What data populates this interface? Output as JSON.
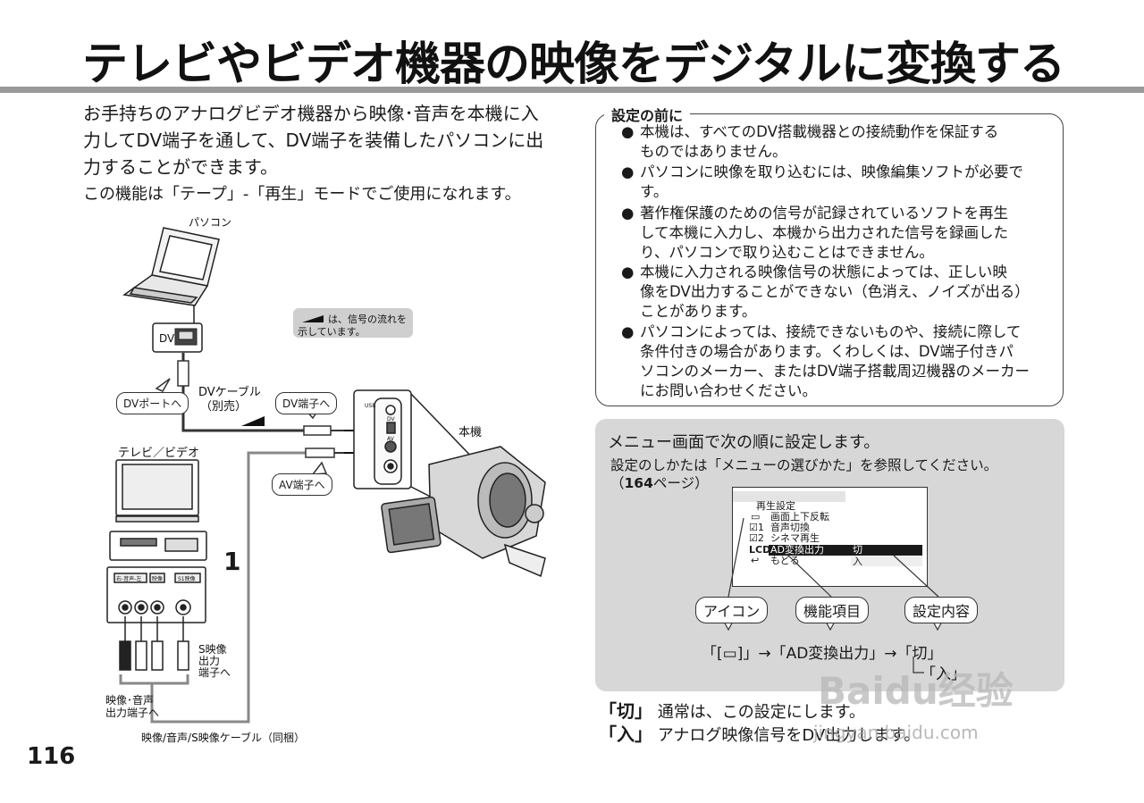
{
  "title": "テレビやビデオ機器の映像をデジタルに変換する",
  "intro": {
    "line1": "お手持ちのアナログビデオ機器から映像･音声を本機に入",
    "line2": "力してDV端子を通して、DV端子を装備したパソコンに出",
    "line3": "力することができます。",
    "note": "この機能は「テープ」-「再生」モードでご使用になれます。"
  },
  "diagram": {
    "pc_label": "パソコン",
    "dv_label": "DV",
    "flow_legend_line1": "は、信号の流れを",
    "flow_legend_line2": "示しています。",
    "dv_port_bubble": "DVポートへ",
    "dv_cable_line1": "DVケーブル",
    "dv_cable_line2": "（別売）",
    "dv_terminal_bubble": "DV端子へ",
    "av_terminal_bubble": "AV端子へ",
    "camera_label": "本機",
    "tv_video_label": "テレビ／ビデオ",
    "step_number": "1",
    "s_video_line1": "S映像",
    "s_video_line2": "出力",
    "s_video_line3": "端子へ",
    "av_out_line1": "映像･音声",
    "av_out_line2": "出力端子へ",
    "av_cable_label": "映像/音声/S映像ケーブル（同梱）",
    "jack_label_audio": "右-音声-左",
    "jack_label_video": "映像",
    "jack_label_s": "S1映像",
    "port_usb": "USB",
    "port_dv": "DV",
    "port_av": "AV"
  },
  "caution": {
    "heading": "設定の前に",
    "bullet": "●",
    "items": [
      "本機は、すべてのDV搭載機器との接続動作を保証する\nものではありません。",
      "パソコンに映像を取り込むには、映像編集ソフトが必要で\nす。",
      "著作権保護のための信号が記録されているソフトを再生\nして本機に入力し、本機から出力された信号を録画した\nり、パソコンで取り込むことはできません。",
      "本機に入力される映像信号の状態によっては、正しい映\n像をDV出力することができない（色消え、ノイズが出る）\nことがあります。",
      "パソコンによっては、接続できないものや、接続に際して\n条件付きの場合があります。くわしくは、DV端子付きパ\nソコンのメーカー、またはDV端子搭載周辺機器のメーカー\nにお問い合わせください。"
    ]
  },
  "menu": {
    "heading": "メニュー画面で次の順に設定します。",
    "instruction": "設定のしかたは「メニューの選びかた」を参照してください。",
    "page_ref_open": "（",
    "page_ref_number": "164",
    "page_ref_close": "ページ）",
    "screen_title": "再生設定",
    "screen_items": [
      "画面上下反転",
      "音声切換",
      "シネマ再生",
      "AD変換出力",
      "もどる"
    ],
    "screen_icons": [
      "▭",
      "☑1",
      "☑2",
      "LCD",
      "↩"
    ],
    "screen_options": [
      "切",
      "入"
    ],
    "callout_icon": "アイコン",
    "callout_function": "機能項目",
    "callout_setting": "設定内容",
    "sequence_a": "「[▭]」→「AD変換出力」→「切」",
    "sequence_b": "「入」"
  },
  "definitions": [
    {
      "key": "「切」",
      "text": "通常は、この設定にします。"
    },
    {
      "key": "「入」",
      "text": "アナログ映像信号をDV出力します。"
    }
  ],
  "page_number": "116",
  "watermark": {
    "text": "Baidu经验",
    "url": "jingyan.baidu.com"
  },
  "colors": {
    "title_rule": "#9a9a9a",
    "menu_panel": "#d7d7d7",
    "highlight_row": "#1a1a1a",
    "flow_legend_bg": "#cfcfcf"
  }
}
